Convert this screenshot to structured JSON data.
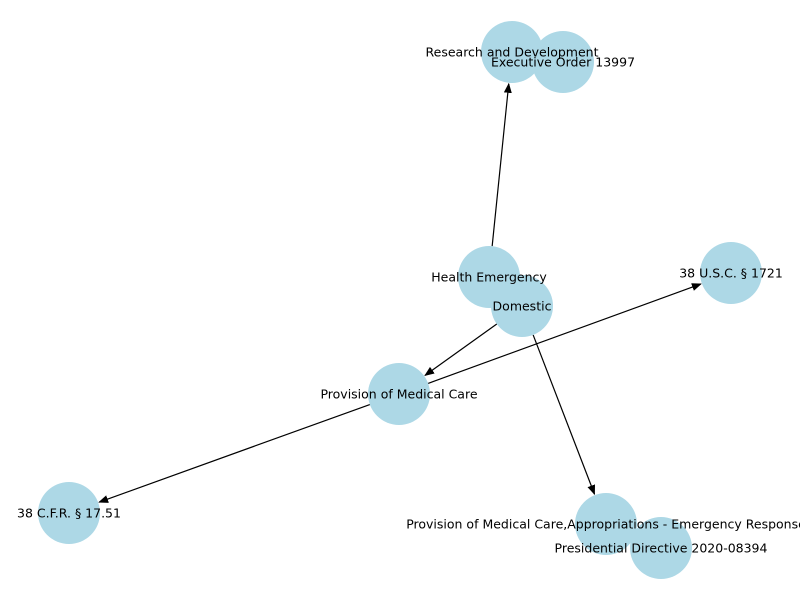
{
  "graph": {
    "node_color": "#add8e6",
    "edge_color": "#000000",
    "directed": true,
    "nodes": [
      {
        "id": "research",
        "label": "Research and Development"
      },
      {
        "id": "eo",
        "label": "Executive Order 13997"
      },
      {
        "id": "health",
        "label": "Health Emergency"
      },
      {
        "id": "domestic",
        "label": "Domestic"
      },
      {
        "id": "usc",
        "label": "38 U.S.C. § 1721"
      },
      {
        "id": "provision",
        "label": "Provision of Medical Care"
      },
      {
        "id": "cfr",
        "label": "38 C.F.R. § 17.51"
      },
      {
        "id": "approp",
        "label": "Provision of Medical Care,Appropriations - Emergency Response"
      },
      {
        "id": "pd",
        "label": "Presidential Directive 2020-08394"
      }
    ],
    "edges": [
      {
        "from": "health",
        "to": "research"
      },
      {
        "from": "domestic",
        "to": "provision"
      },
      {
        "from": "domestic",
        "to": "approp"
      },
      {
        "from": "provision",
        "to": "usc"
      },
      {
        "from": "provision",
        "to": "cfr"
      }
    ]
  }
}
